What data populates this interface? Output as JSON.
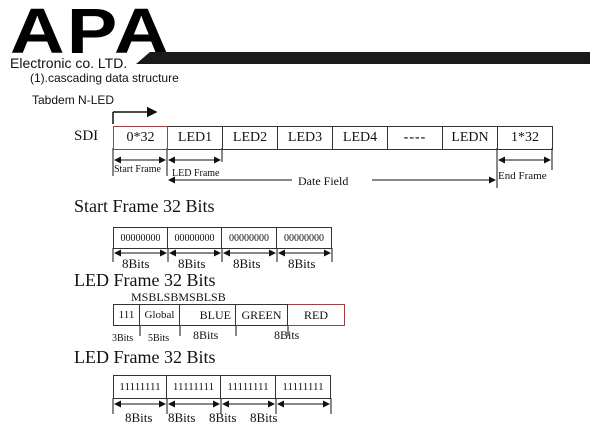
{
  "header": {
    "logo": "APA",
    "company": "Electronic co. LTD.",
    "section": "(1).cascading data structure",
    "tandem": "Tabdem N-LED"
  },
  "sdi": {
    "label": "SDI",
    "cells": [
      "0*32",
      "LED1",
      "LED2",
      "LED3",
      "LED4",
      "----",
      "LEDN",
      "1*32"
    ],
    "start_label": "Start Frame",
    "led_label": "LED Frame",
    "data_label": "Date Field",
    "end_label": "End Frame"
  },
  "start_frame": {
    "title": "Start Frame 32 Bits",
    "cells": [
      "00000000",
      "00000000",
      "00000000",
      "00000000"
    ],
    "bits": [
      "8Bits",
      "8Bits",
      "8Bits",
      "8Bits"
    ]
  },
  "led_frame_1": {
    "title": "LED Frame 32 Bits",
    "msb_lsb": "MSBLSBMSBLSB",
    "cells": [
      "111",
      "Global",
      "BLUE",
      "GREEN",
      "RED"
    ],
    "bits": [
      "3Bits",
      "5Bits",
      "8Bits",
      "8Bits"
    ]
  },
  "led_frame_2": {
    "title": "LED Frame 32 Bits",
    "cells": [
      "11111111",
      "11111111",
      "11111111",
      "11111111"
    ],
    "bits": [
      "8Bits",
      "8Bits",
      "8Bits",
      "8Bits"
    ]
  }
}
